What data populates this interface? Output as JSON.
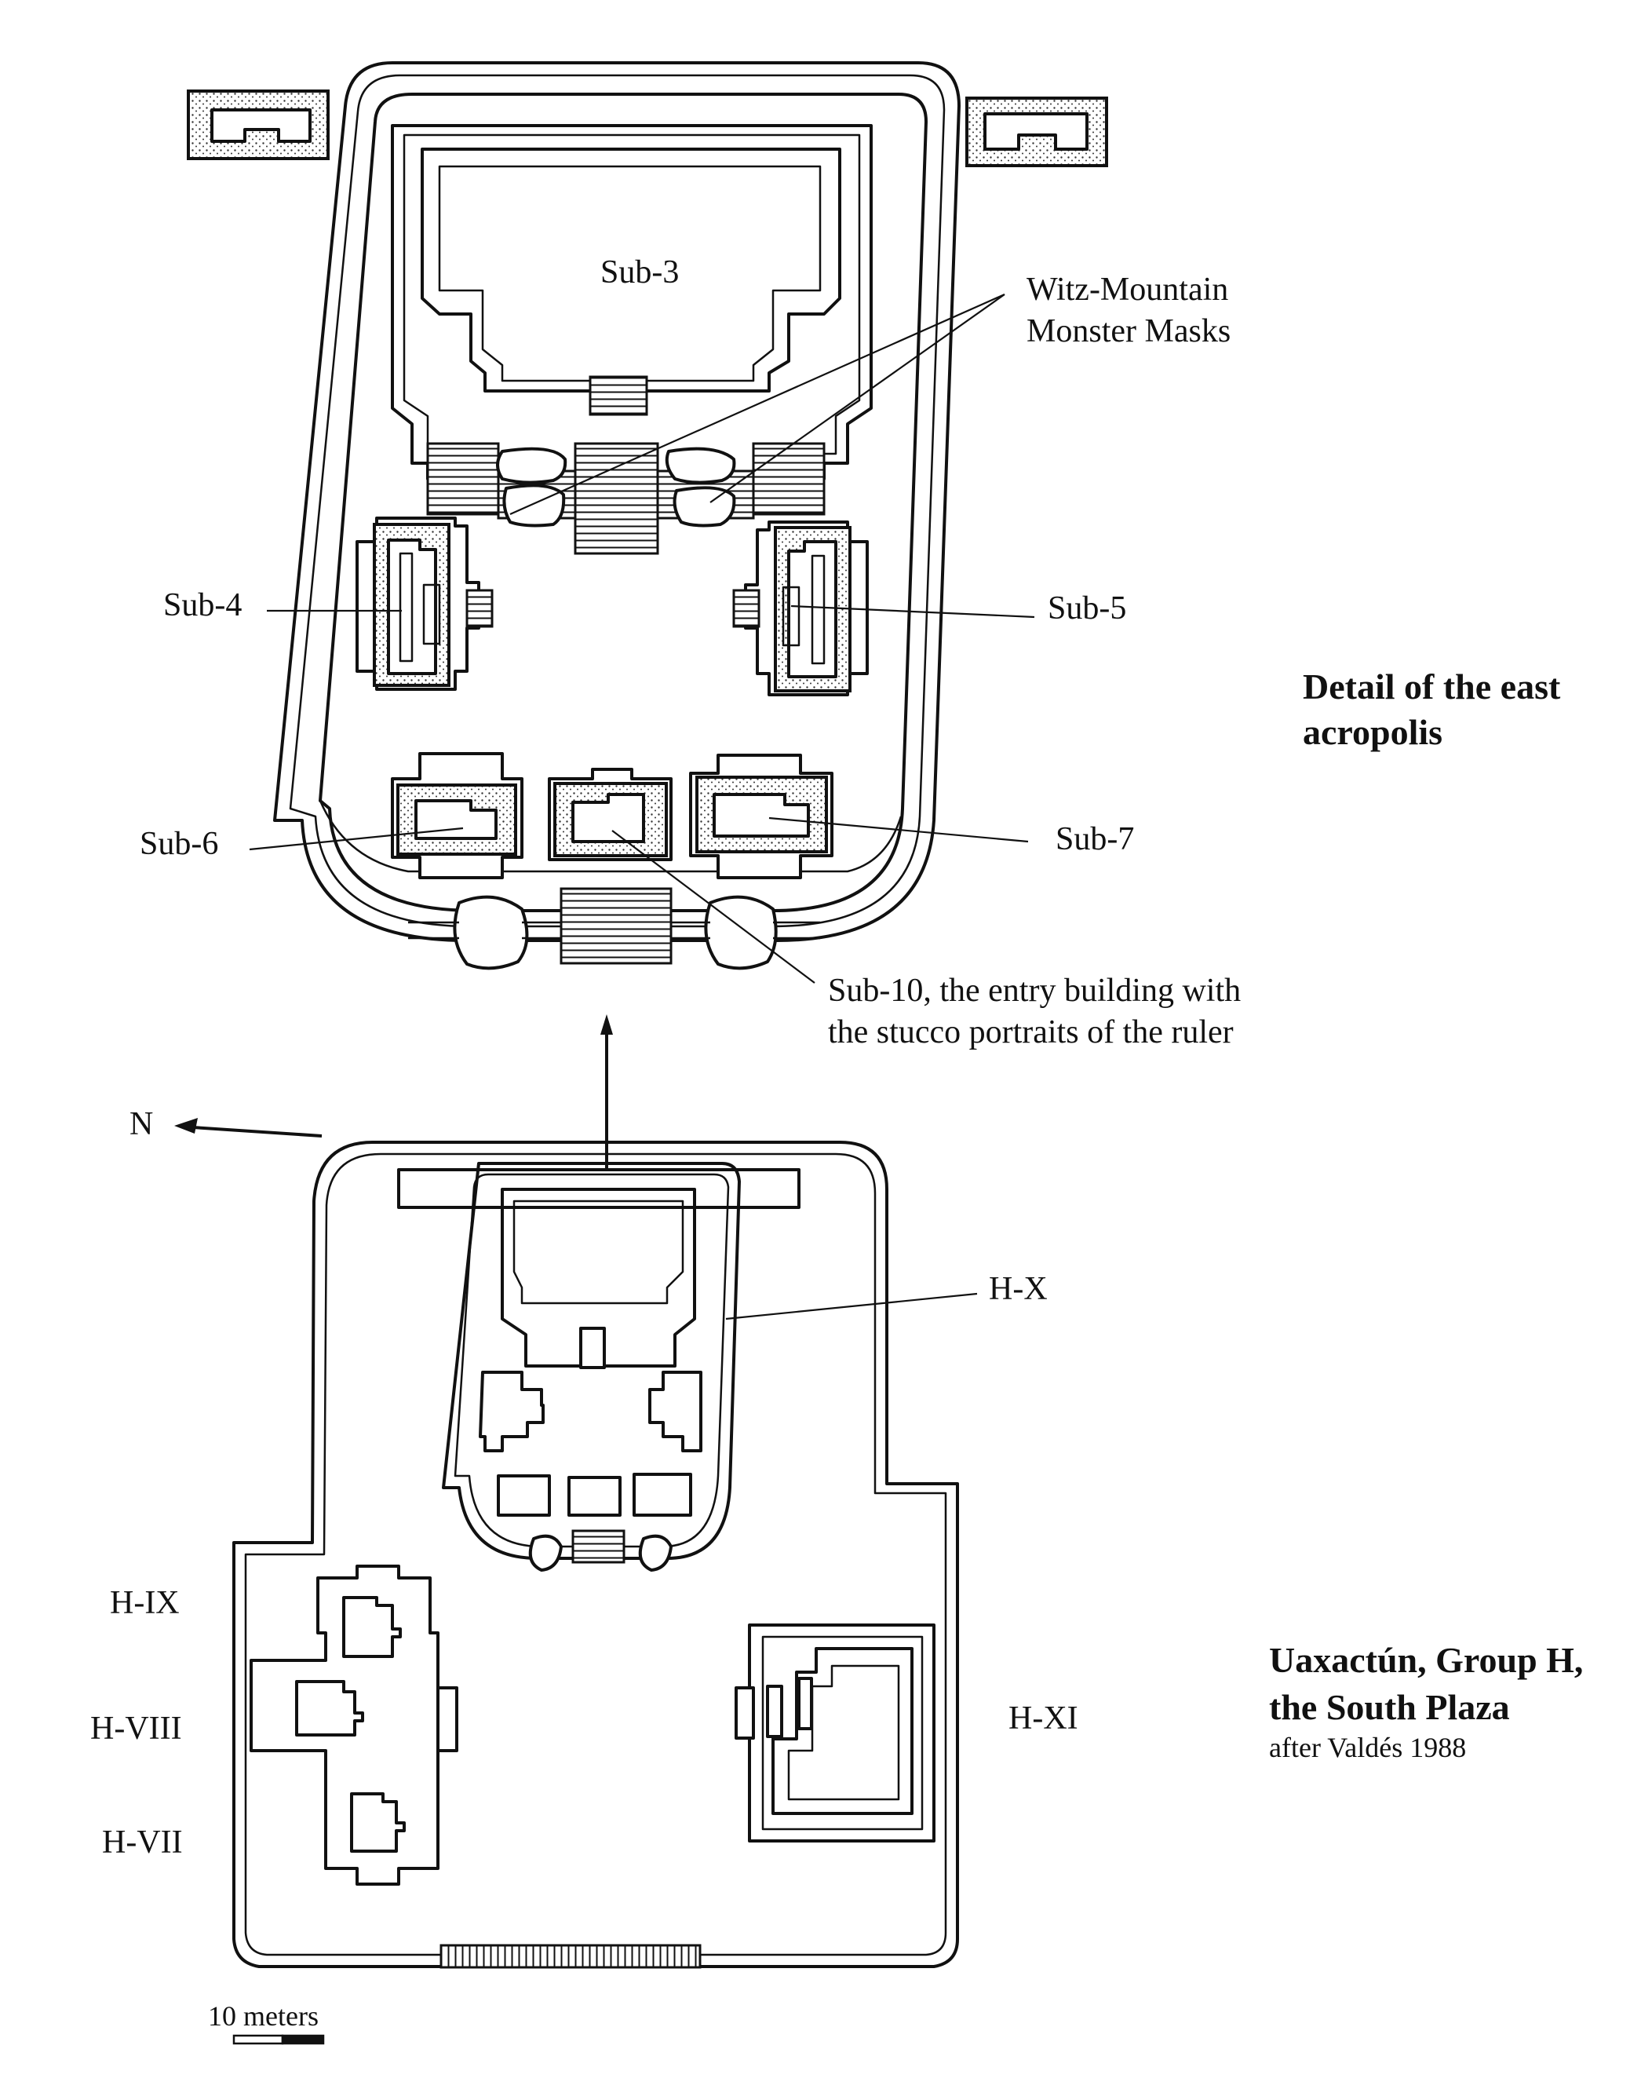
{
  "labels": {
    "sub3": "Sub-3",
    "masks_line1": "Witz-Mountain",
    "masks_line2": "Monster Masks",
    "sub4": "Sub-4",
    "sub5": "Sub-5",
    "sub6": "Sub-6",
    "sub7": "Sub-7",
    "sub10_line1": "Sub-10, the entry building with",
    "sub10_line2": "the stucco portraits of the ruler",
    "north": "N",
    "hx": "H-X",
    "hix": "H-IX",
    "hviii": "H-VIII",
    "hvii": "H-VII",
    "hxi": "H-XI",
    "scale": "10 meters"
  },
  "captions": {
    "detail_line1": "Detail of the east",
    "detail_line2": "acropolis",
    "group_line1": "Uaxactún, Group H,",
    "group_line2": "the South Plaza",
    "credit": "after Valdés 1988"
  },
  "colors": {
    "ink": "#111111",
    "paper": "#ffffff"
  }
}
